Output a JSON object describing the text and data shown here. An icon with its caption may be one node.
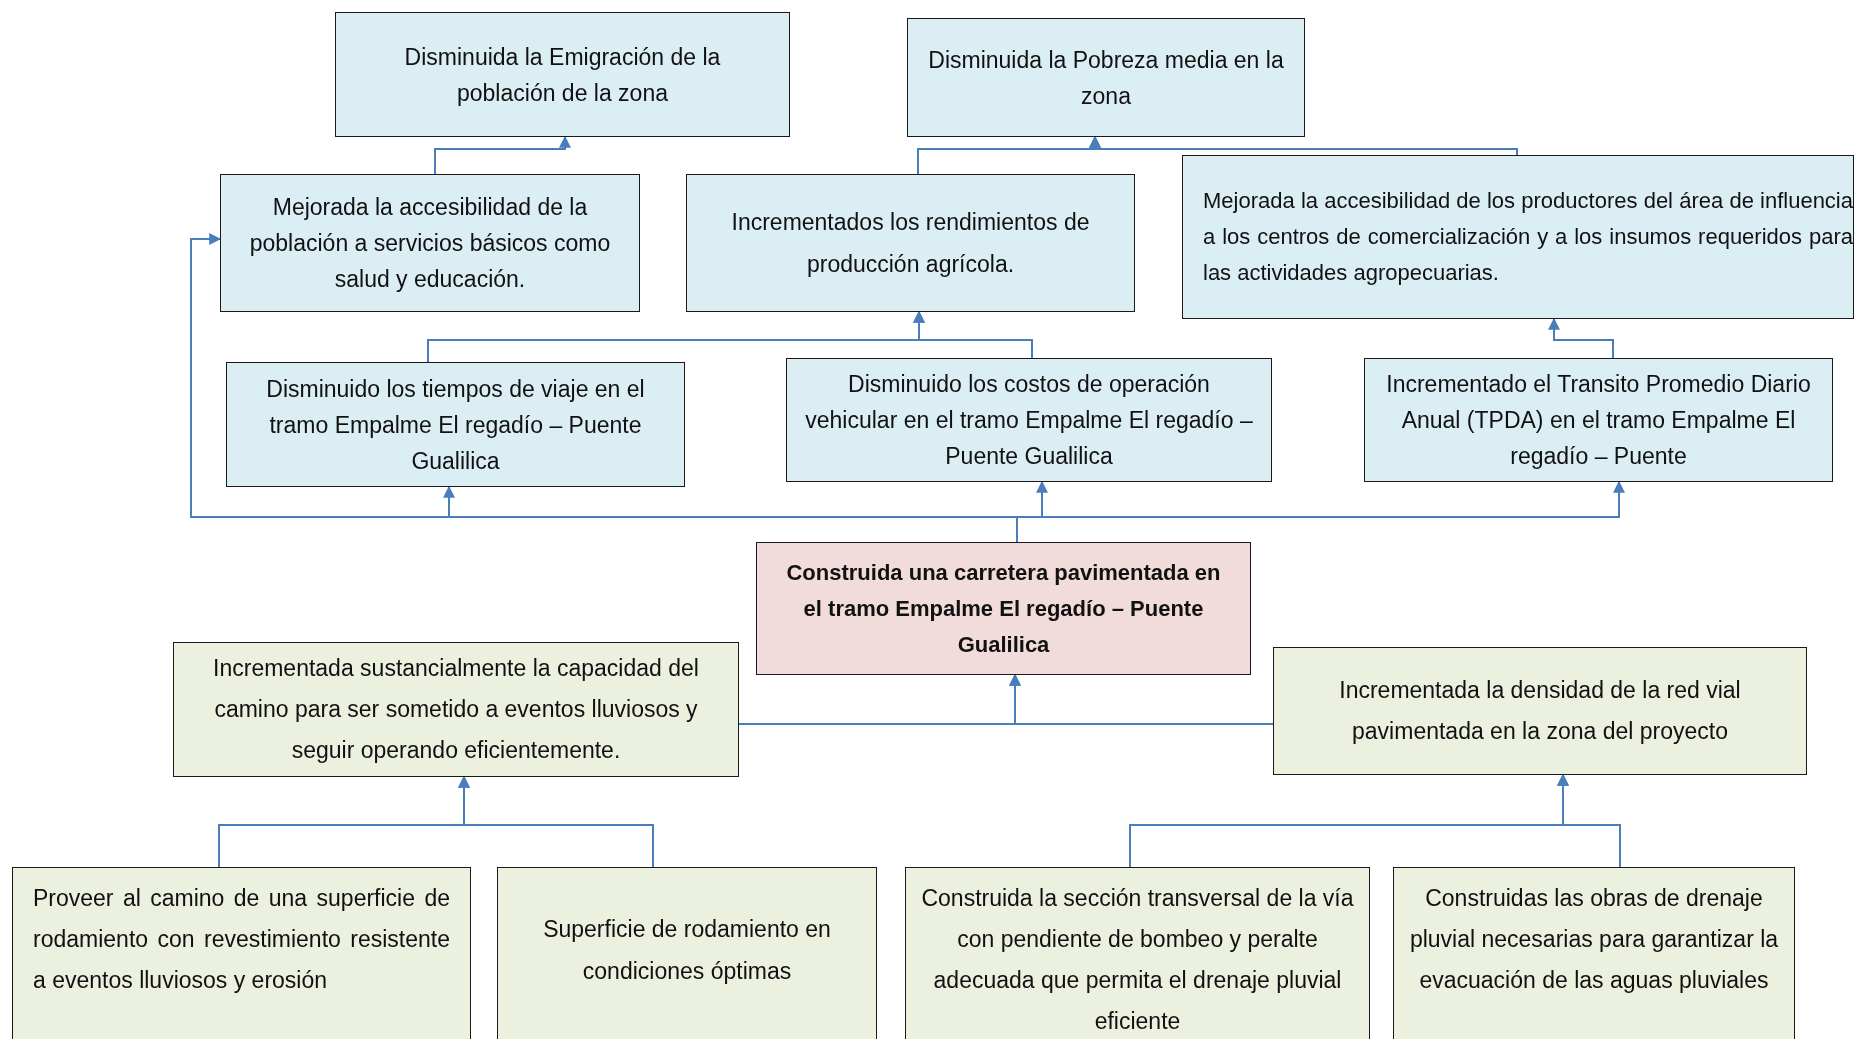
{
  "diagram": {
    "nodes": [
      {
        "text": [
          "Disminuida la Emigración de la población de la zona"
        ]
      },
      {
        "text": [
          "Disminuida la Pobreza media en la zona"
        ]
      },
      {
        "text": [
          "Mejorada la accesibilidad de la población a servicios básicos como salud y educación."
        ]
      },
      {
        "text": [
          "Incrementados los rendimientos de producción agrícola."
        ]
      },
      {
        "text": [
          "Mejorada la accesibilidad de los productores del área de influencia a los centros de comercialización y a los insumos requeridos para las actividades agropecuarias."
        ]
      },
      {
        "text": [
          "Disminuido los tiempos de viaje en el tramo Empalme El regadío – Puente Gualilica"
        ]
      },
      {
        "text": [
          "Disminuido los costos de operación vehicular en el tramo Empalme El regadío – Puente Gualilica"
        ]
      },
      {
        "text": [
          "Incrementado el Transito Promedio Diario Anual (TPDA) en el tramo Empalme El regadío – Puente"
        ]
      },
      {
        "text": [
          "Construida una carretera pavimentada en el tramo Empalme El regadío – Puente Gualilica"
        ]
      },
      {
        "text": [
          "Incrementada sustancialmente la capacidad del camino para ser sometido a eventos lluviosos y seguir operando eficientemente."
        ]
      },
      {
        "text": [
          "Incrementada la densidad de la red vial pavimentada en la zona del proyecto"
        ]
      },
      {
        "text": [
          "Proveer al camino de una superficie de rodamiento con revestimiento resistente a eventos lluviosos y erosión"
        ]
      },
      {
        "text": [
          "Superficie de rodamiento en condiciones óptimas"
        ]
      },
      {
        "text": [
          "Construida la sección transversal de la vía con pendiente de bombeo y peralte adecuada que permita el drenaje pluvial eficiente"
        ]
      },
      {
        "text": [
          "Construidas las obras de drenaje pluvial necesarias para garantizar la evacuación de las aguas pluviales"
        ]
      }
    ],
    "edges": [
      {
        "from": 2,
        "to": 0,
        "arrow": "to"
      },
      {
        "from": 3,
        "to": 1,
        "arrow": "to"
      },
      {
        "from": 4,
        "to": 1,
        "arrow": "to"
      },
      {
        "from": 5,
        "to": 3,
        "arrow": "to"
      },
      {
        "from": 6,
        "to": 3,
        "arrow": "to"
      },
      {
        "from": 7,
        "to": 4,
        "arrow": "to"
      },
      {
        "from": 8,
        "to": 5,
        "arrow": "to"
      },
      {
        "from": 8,
        "to": 6,
        "arrow": "to"
      },
      {
        "from": 8,
        "to": 7,
        "arrow": "to"
      },
      {
        "from": 8,
        "to": 2,
        "arrow": "to"
      },
      {
        "from": 9,
        "to": 8,
        "arrow": "to"
      },
      {
        "from": 10,
        "to": 8,
        "arrow": "to"
      },
      {
        "from": 11,
        "to": 9,
        "arrow": "to"
      },
      {
        "from": 12,
        "to": 9,
        "arrow": "to"
      },
      {
        "from": 13,
        "to": 10,
        "arrow": "to"
      },
      {
        "from": 14,
        "to": 10,
        "arrow": "to"
      }
    ]
  }
}
